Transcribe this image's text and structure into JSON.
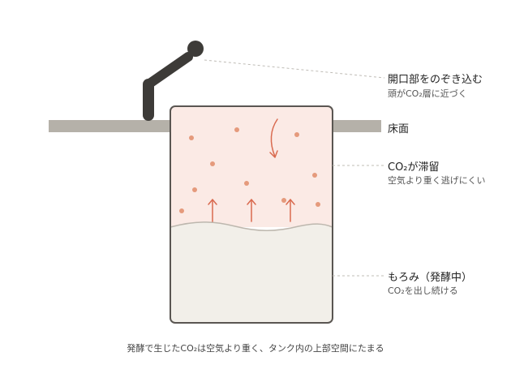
{
  "labels": {
    "person": {
      "title": "開口部をのぞき込む",
      "sub": "頭がCO₂層に近づく"
    },
    "floor": {
      "title": "床面"
    },
    "co2": {
      "title": "CO₂が滞留",
      "sub": "空気より重く逃げにくい"
    },
    "moromi": {
      "title": "もろみ（発酵中）",
      "sub": "CO₂を出し続ける"
    }
  },
  "caption": "発酵で生じたCO₂は空気より重く、タンク内の上部空間にたまる",
  "colors": {
    "floor": "#b5b1a9",
    "tank_outline": "#5a5652",
    "co2_fill": "#fbeae5",
    "moromi_fill": "#f2efe9",
    "particle": "#e59a7c",
    "arrow": "#d96a4f",
    "person": "#3d3b38",
    "leader_line": "#bfbcb6"
  }
}
